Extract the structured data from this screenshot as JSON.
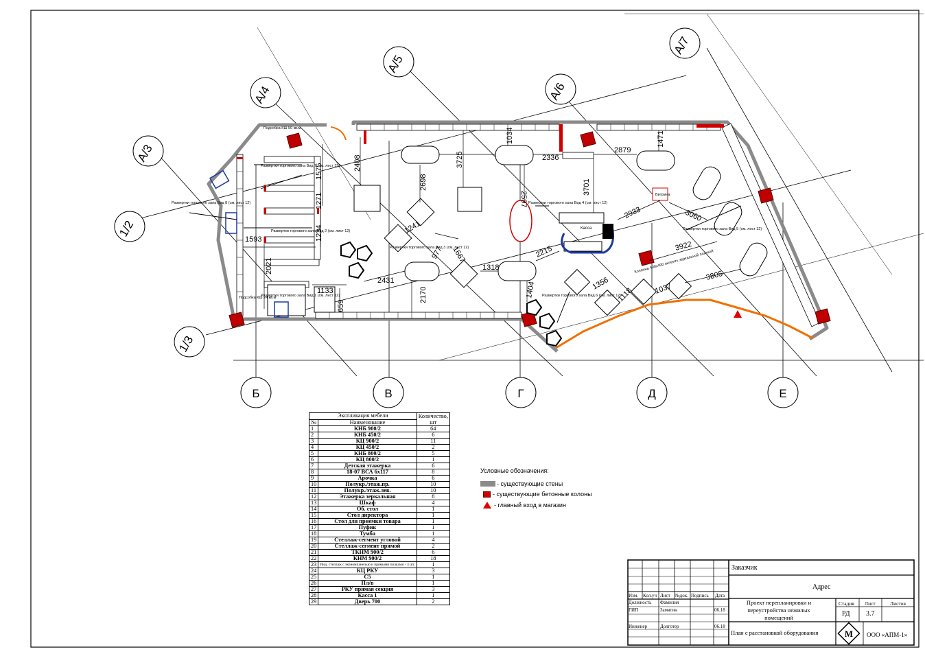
{
  "axes": {
    "rows": [
      "А/3",
      "А/4",
      "А/5",
      "А/6",
      "А/7",
      "1/2",
      "1/3"
    ],
    "cols": [
      "Б",
      "В",
      "Г",
      "Д",
      "Е"
    ]
  },
  "plan": {
    "dims": [
      "2408",
      "1575",
      "1271",
      "1234",
      "1593",
      "2021",
      "1133",
      "659",
      "2698",
      "1241",
      "2431",
      "977",
      "1667",
      "2170",
      "3725",
      "1034",
      "2336",
      "2597",
      "1318",
      "1404",
      "2215",
      "3701",
      "2879",
      "1471",
      "2933",
      "3060",
      "3922",
      "1356",
      "1118",
      "1037",
      "3805"
    ],
    "kassa": "Касса",
    "notes": {
      "vid1": "Развертки торгового зала Вид 1 (см. лист 12)",
      "vid2": "Развертки торгового зала Вид 2 (см. лист 12)",
      "vid3": "Развертки торгового зала Вид 3 (см. лист 12)",
      "vid4": "Развертки торгового зала Вид 4 (см. лист 12)",
      "vid6": "Развертки торгового зала Вид 6 (см. лист 12)",
      "vid7": "Развертки торгового зала Вид 7 (см. лист 12)",
      "vid8": "Развертки торгового зала Вид 8 (см. лист 12)",
      "vid5": "Развертки торгового зала Вид 5 (см. лист 12)",
      "podsobka1": "Подсобка КШ 50 кв.м",
      "podsobka2": "Подсобка КШ 24 кв.м",
      "kolonna": "Колонна 400х400 оклеить зеркальной плиткой",
      "vitrina": "Витрина"
    }
  },
  "spec_table": {
    "title": "Экспликация мебели",
    "headers": {
      "no": "№",
      "name": "Наименование",
      "qty": "Количество, шт"
    },
    "rows": [
      [
        "1",
        "КНБ 900/2",
        "64"
      ],
      [
        "2",
        "КНБ 450/2",
        "6"
      ],
      [
        "3",
        "КЦ 900/2",
        "11"
      ],
      [
        "4",
        "КЦ 450/2",
        "2"
      ],
      [
        "5",
        "КНБ 800/2",
        "5"
      ],
      [
        "6",
        "КЦ 800/2",
        "1"
      ],
      [
        "7",
        "Детская этажерка",
        "6"
      ],
      [
        "8",
        "18-07 ВСА 6х117",
        "8"
      ],
      [
        "9",
        "Арочка",
        "6"
      ],
      [
        "10",
        "Полукр./этаж.пр.",
        "10"
      ],
      [
        "11",
        "Полукр./этаж.лев.",
        "10"
      ],
      [
        "12",
        "Этажерка зеркальная",
        "8"
      ],
      [
        "13",
        "Шкаф",
        "4"
      ],
      [
        "14",
        "Об. стол",
        "1"
      ],
      [
        "15",
        "Стол директора",
        "1"
      ],
      [
        "16",
        "Стол для приемки товара",
        "1"
      ],
      [
        "17",
        "Пуфик",
        "1"
      ],
      [
        "18",
        "Тумба",
        "1"
      ],
      [
        "19",
        "Стеллаж-сегмент угловой",
        "4"
      ],
      [
        "20",
        "Стеллаж-сегмент прямой",
        "2"
      ],
      [
        "21",
        "ТКНМ 900/2",
        "6"
      ],
      [
        "22",
        "КНМ 900/2",
        "18"
      ],
      [
        "23",
        "Инд. стеллаж с экономпанелью и прямыми полками - 3 шт.",
        "1"
      ],
      [
        "24",
        "КЦ РКУ",
        "3"
      ],
      [
        "25",
        "С5",
        "1"
      ],
      [
        "26",
        "Пл/в",
        "1"
      ],
      [
        "27",
        "РКУ прямая секция",
        "3"
      ],
      [
        "28",
        "Касса 1",
        "1"
      ],
      [
        "29",
        "Дверь 700",
        "2"
      ]
    ]
  },
  "legend": {
    "title": "Условные обозначения:",
    "items": [
      {
        "label": "- существующие стены",
        "color": "#8a8a8a"
      },
      {
        "label": "- существующие бетонные колоны",
        "color": "#d00000"
      },
      {
        "label": "- главный вход в магазин",
        "color": "#e00000"
      }
    ]
  },
  "title_block": {
    "customer": "Заказчик",
    "address": "Адрес",
    "project": "Проект перепланировки и переустройства нежилых помещений",
    "sheet_name": "План с расстановкой оборудования",
    "headers": {
      "izm": "Изм.",
      "kol": "Кол.уч",
      "list": "Лист",
      "ndok": "№док.",
      "podpis": "Подпись",
      "data": "Дата"
    },
    "row1": {
      "role": "Должность",
      "name": "Фамилия"
    },
    "row2": {
      "role": "ГИП",
      "name": "Замятин",
      "date": "06.18"
    },
    "row3": {
      "role": "Инженер",
      "name": "Долготер",
      "date": "06.18"
    },
    "stage_label": "Стадия",
    "sheet_label": "Лист",
    "sheets_label": "Листов",
    "stage": "РД",
    "sheet_no": "3.7",
    "company": "ООО «АПМ-1»",
    "logo_letter": "М"
  }
}
